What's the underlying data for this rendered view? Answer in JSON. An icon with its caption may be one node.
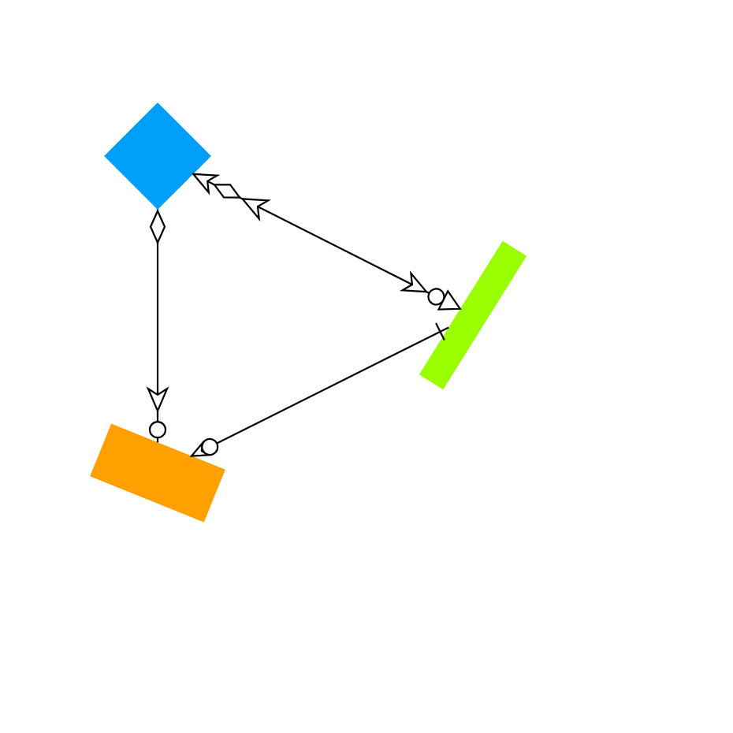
{
  "diagram": {
    "nodes": [
      {
        "text": [],
        "shape": "diamond"
      },
      {
        "text": [],
        "shape": "bar"
      },
      {
        "text": [],
        "shape": "box"
      }
    ],
    "edges": [
      {
        "from": 0,
        "to": 1,
        "arrow": "both"
      },
      {
        "from": 0,
        "to": 2,
        "arrow": "to"
      },
      {
        "from": 1,
        "to": 2,
        "arrow": "to"
      }
    ]
  }
}
